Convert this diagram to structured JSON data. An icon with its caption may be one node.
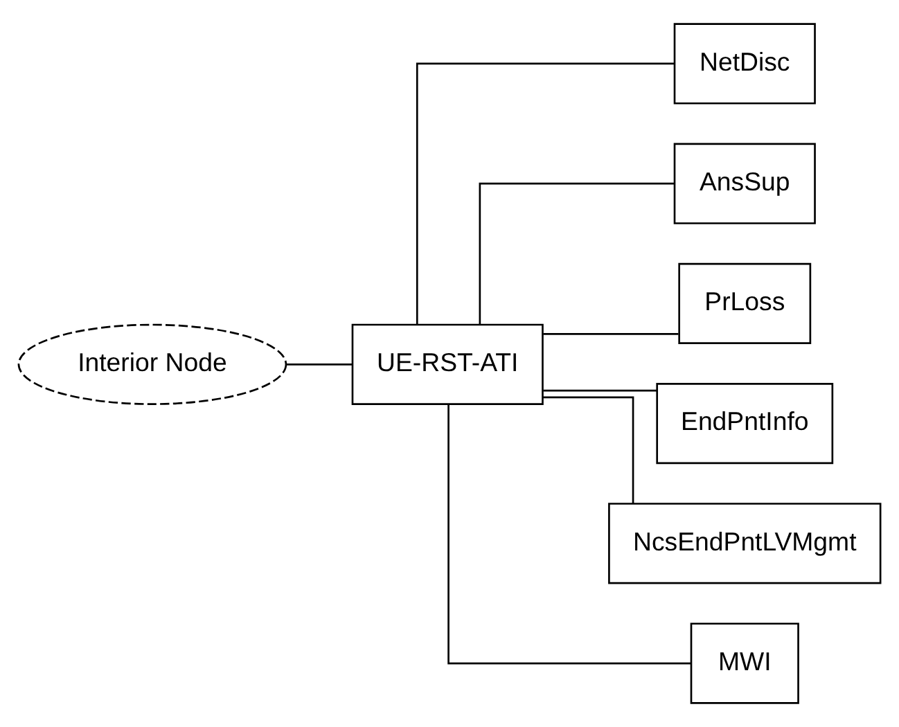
{
  "diagram": {
    "nodes": [
      {
        "text": [
          "Interior Node"
        ]
      },
      {
        "text": [
          "UE-RST-ATI"
        ]
      },
      {
        "text": [
          "NetDisc"
        ]
      },
      {
        "text": [
          "AnsSup"
        ]
      },
      {
        "text": [
          "PrLoss"
        ]
      },
      {
        "text": [
          "EndPntInfo"
        ]
      },
      {
        "text": [
          "NcsEndPntLVMgmt"
        ]
      },
      {
        "text": [
          "MWI"
        ]
      }
    ],
    "edges": [
      {
        "from": 0,
        "to": 1,
        "arrow": "none"
      },
      {
        "from": 1,
        "to": 2,
        "arrow": "none"
      },
      {
        "from": 1,
        "to": 3,
        "arrow": "none"
      },
      {
        "from": 1,
        "to": 4,
        "arrow": "none"
      },
      {
        "from": 1,
        "to": 5,
        "arrow": "none"
      },
      {
        "from": 1,
        "to": 6,
        "arrow": "none"
      },
      {
        "from": 1,
        "to": 7,
        "arrow": "none"
      }
    ]
  }
}
